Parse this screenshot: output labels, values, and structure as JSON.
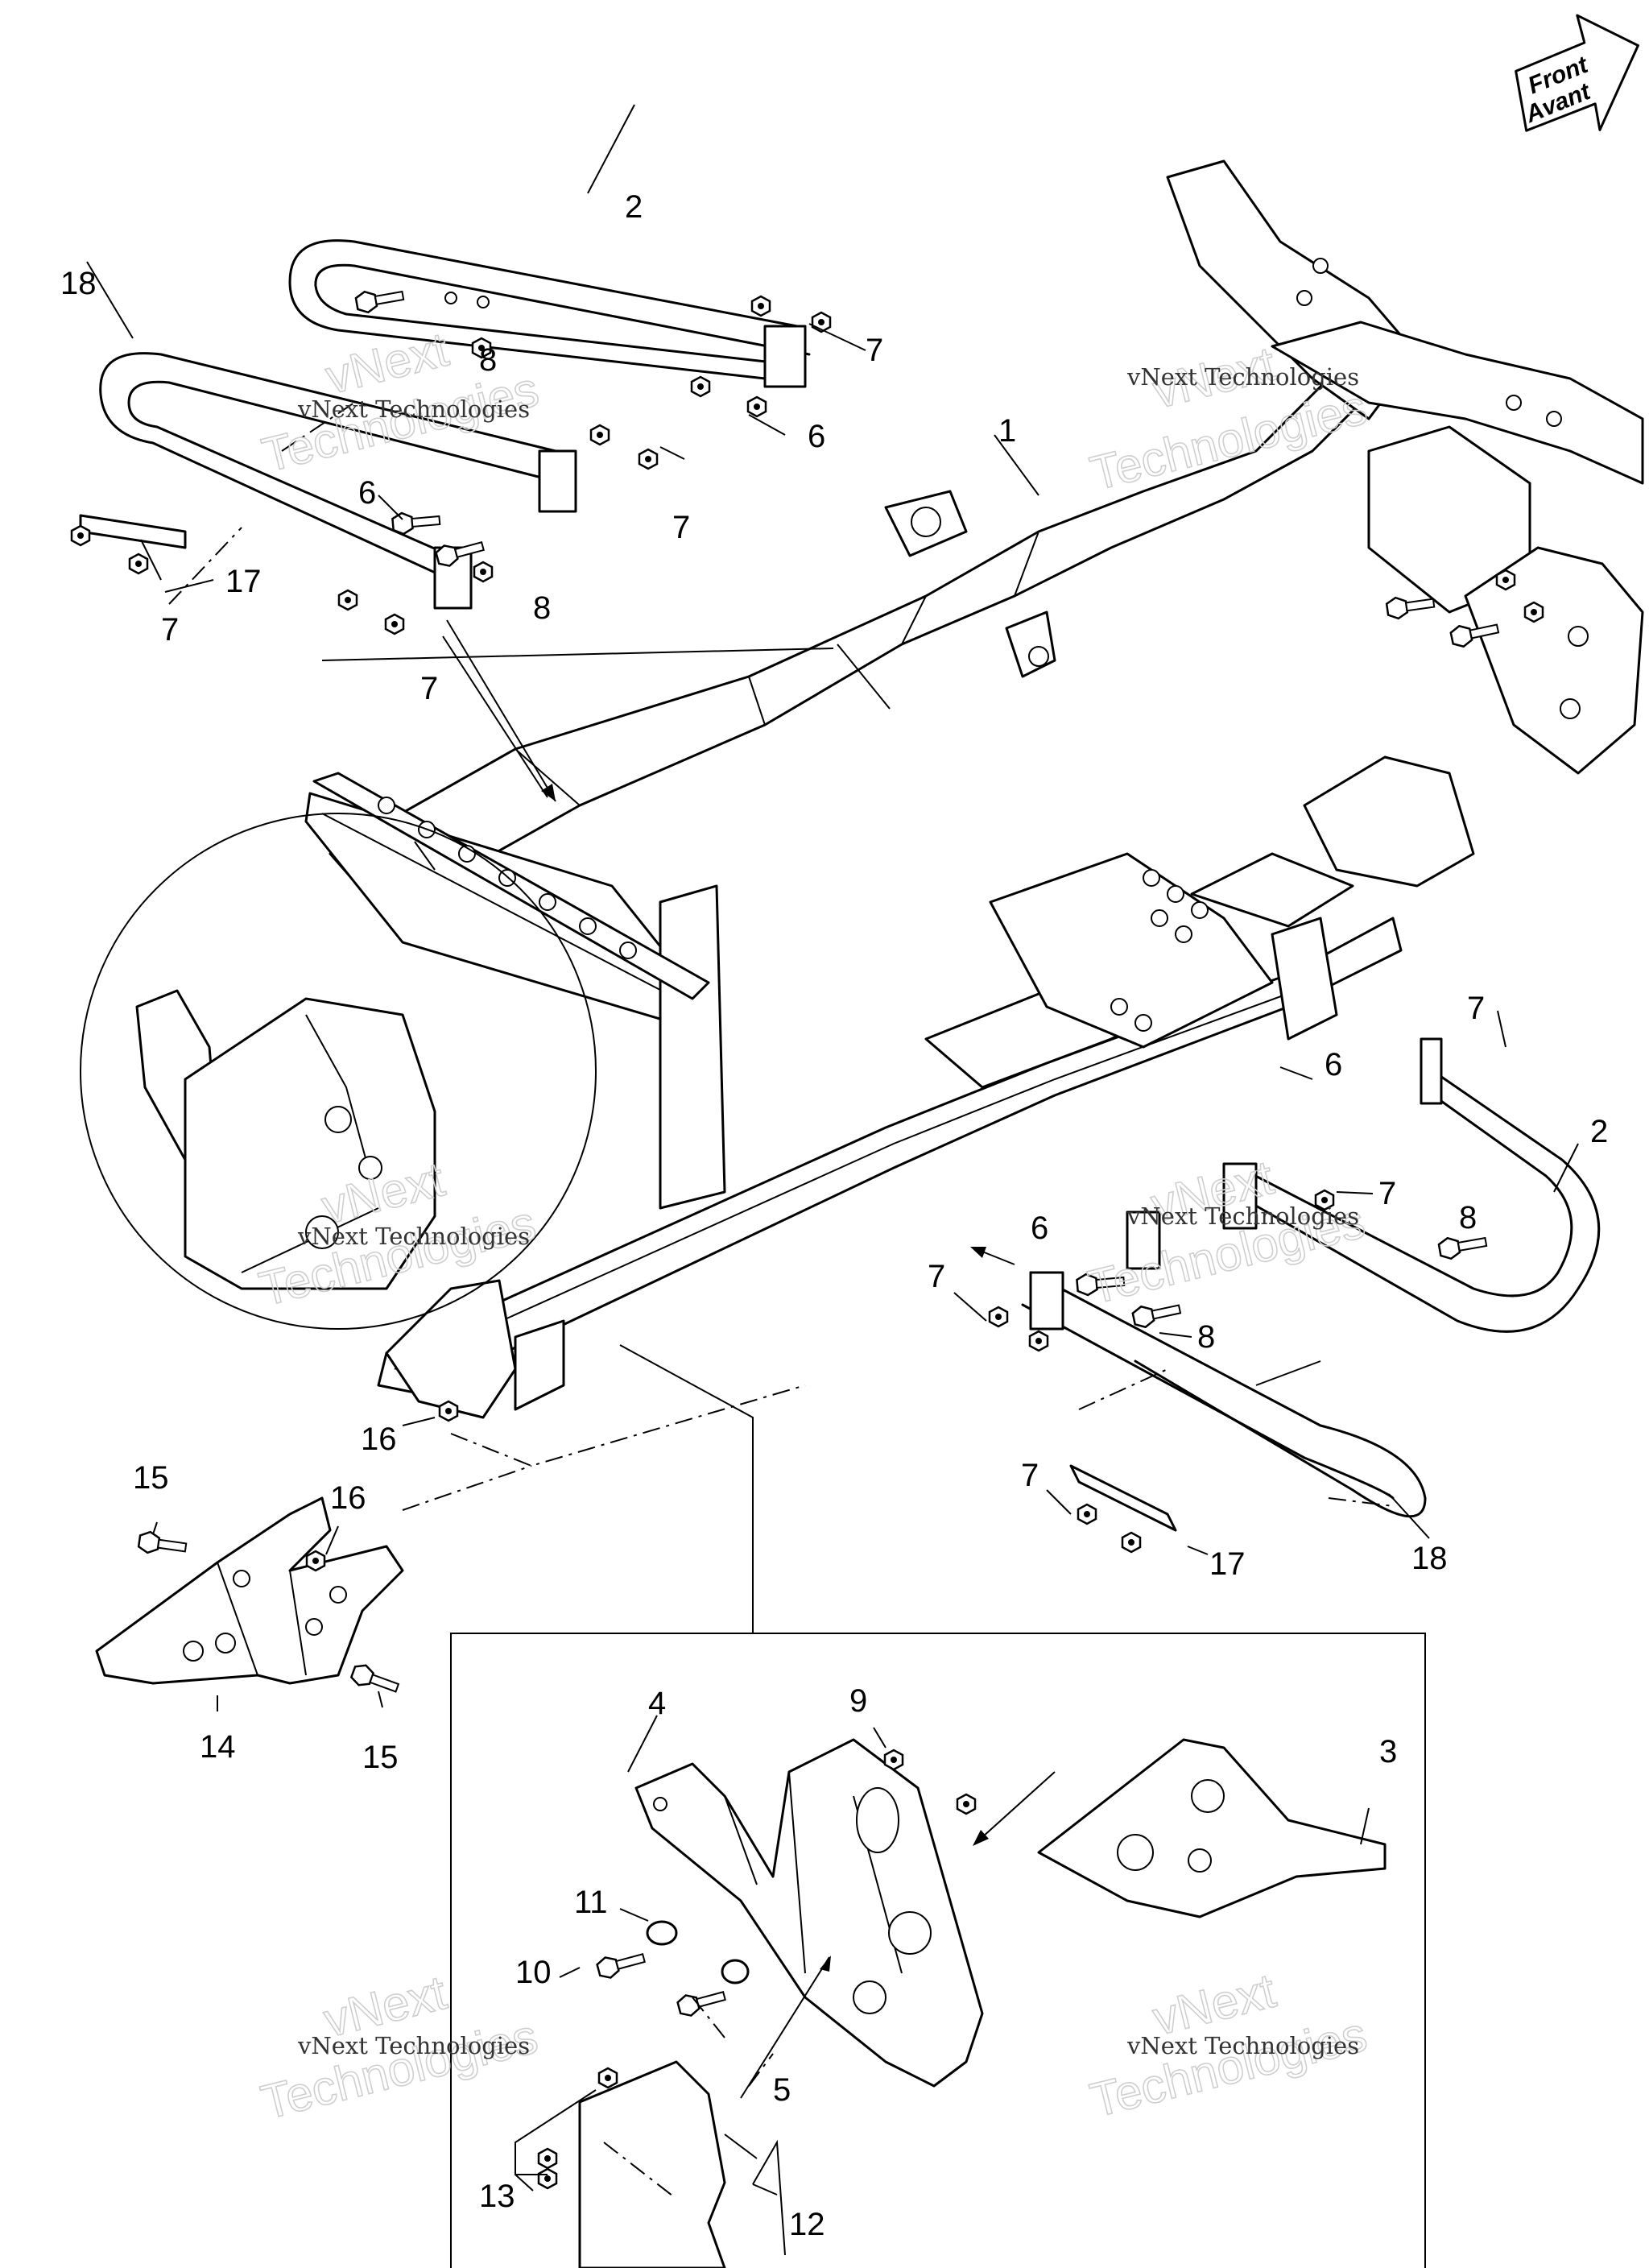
{
  "front_badge": {
    "line1": "Front",
    "line2": "Avant"
  },
  "watermark": {
    "logo_line1": "vNext",
    "logo_line2": "Technologies",
    "caption": "vNext Technologies"
  },
  "callouts": {
    "c1": "1",
    "c2a": "2",
    "c2b": "2",
    "c3": "3",
    "c4": "4",
    "c5": "5",
    "c6a": "6",
    "c6b": "6",
    "c6c": "6",
    "c6d": "6",
    "c7a": "7",
    "c7b": "7",
    "c7c": "7",
    "c7d": "7",
    "c7e": "7",
    "c7f": "7",
    "c7g": "7",
    "c7h": "7",
    "c8a": "8",
    "c8b": "8",
    "c8c": "8",
    "c8d": "8",
    "c9": "9",
    "c10": "10",
    "c11": "11",
    "c12": "12",
    "c13": "13",
    "c14": "14",
    "c15a": "15",
    "c15b": "15",
    "c16a": "16",
    "c16b": "16",
    "c17a": "17",
    "c17b": "17",
    "c18a": "18",
    "c18b": "18"
  }
}
